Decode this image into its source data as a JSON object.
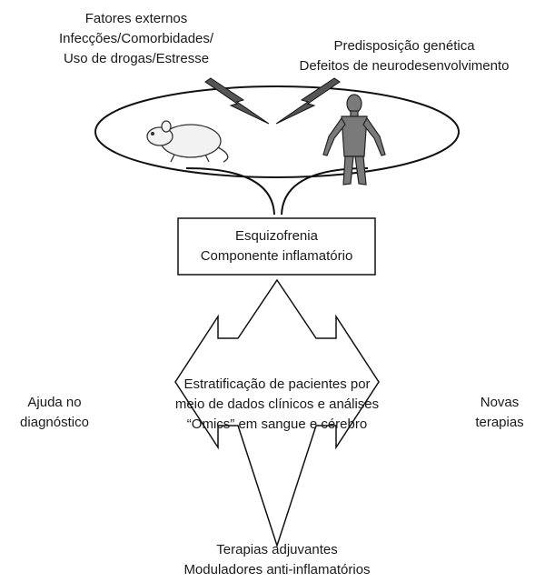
{
  "external_factors": {
    "title": "Fatores externos",
    "line2": "Infecções/Comorbidades/",
    "line3": "Uso de drogas/Estresse"
  },
  "genetic": {
    "line1": "Predisposição genética",
    "line2": "Defeitos de neurodesenvolvimento"
  },
  "central_box": {
    "line1": "Esquizofrenia",
    "line2": "Componente inflamatório"
  },
  "center_text": {
    "line1": "Estratificação de pacientes por",
    "line2": "meio de dados clínicos e análises",
    "line3": "“Omics” em sangue e cérebro"
  },
  "left_label": {
    "line1": "Ajuda no",
    "line2": "diagnóstico"
  },
  "right_label": {
    "line1": "Novas",
    "line2": "terapias"
  },
  "bottom_label": {
    "line1": "Terapias adjuvantes",
    "line2": "Moduladores anti-inflamatórios"
  },
  "icons": [
    "lightning-bolt-icon",
    "rat-icon",
    "human-body-icon"
  ]
}
